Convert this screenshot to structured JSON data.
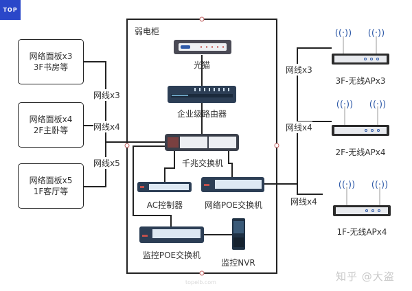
{
  "badge": "TOP",
  "cabinet": {
    "title": "弱电柜"
  },
  "panels": [
    {
      "line1": "网络面板x3",
      "line2": "3F书房等"
    },
    {
      "line1": "网络面板x4",
      "line2": "2F主卧等"
    },
    {
      "line1": "网络面板x5",
      "line2": "1F客厅等"
    }
  ],
  "left_cables": [
    "网线x3",
    "网线x4",
    "网线x5"
  ],
  "devices": {
    "modem": "光猫",
    "router": "企业级路由器",
    "gigabit_switch": "千兆交换机",
    "ac_controller": "AC控制器",
    "network_poe_switch": "网络POE交换机",
    "monitor_poe_switch": "监控POE交换机",
    "nvr": "监控NVR"
  },
  "aps": [
    {
      "label": "3F-无线APx3"
    },
    {
      "label": "2F-无线APx4"
    },
    {
      "label": "1F-无线APx4"
    }
  ],
  "right_cables": [
    "网线x3",
    "网线x4",
    "网线x4"
  ],
  "watermark": "topeib.com",
  "credit": "知乎 @大盗",
  "colors": {
    "badge": "#2a47c9",
    "device_dark": "#2c3e55",
    "modem": "#4a4a55",
    "wifi": "#2f5aa8",
    "line": "#222222"
  }
}
